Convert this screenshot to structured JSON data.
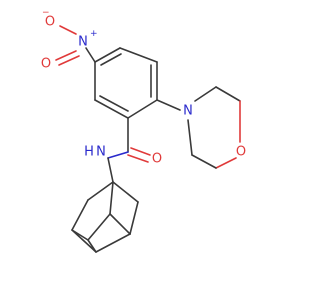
{
  "molecule": {
    "atom_labels": {
      "nitro_o_minus": "O",
      "nitro_minus_charge": "−",
      "nitro_n": "N",
      "nitro_plus_charge": "+",
      "nitro_o_double": "O",
      "morpholine_n": "N",
      "morpholine_o": "O",
      "carbonyl_o": "O",
      "amide_n": "N",
      "amide_h": "H"
    },
    "colors": {
      "bond": "#3a3a3a",
      "oxygen": "#e03a3a",
      "nitrogen": "#2a2acc"
    }
  }
}
